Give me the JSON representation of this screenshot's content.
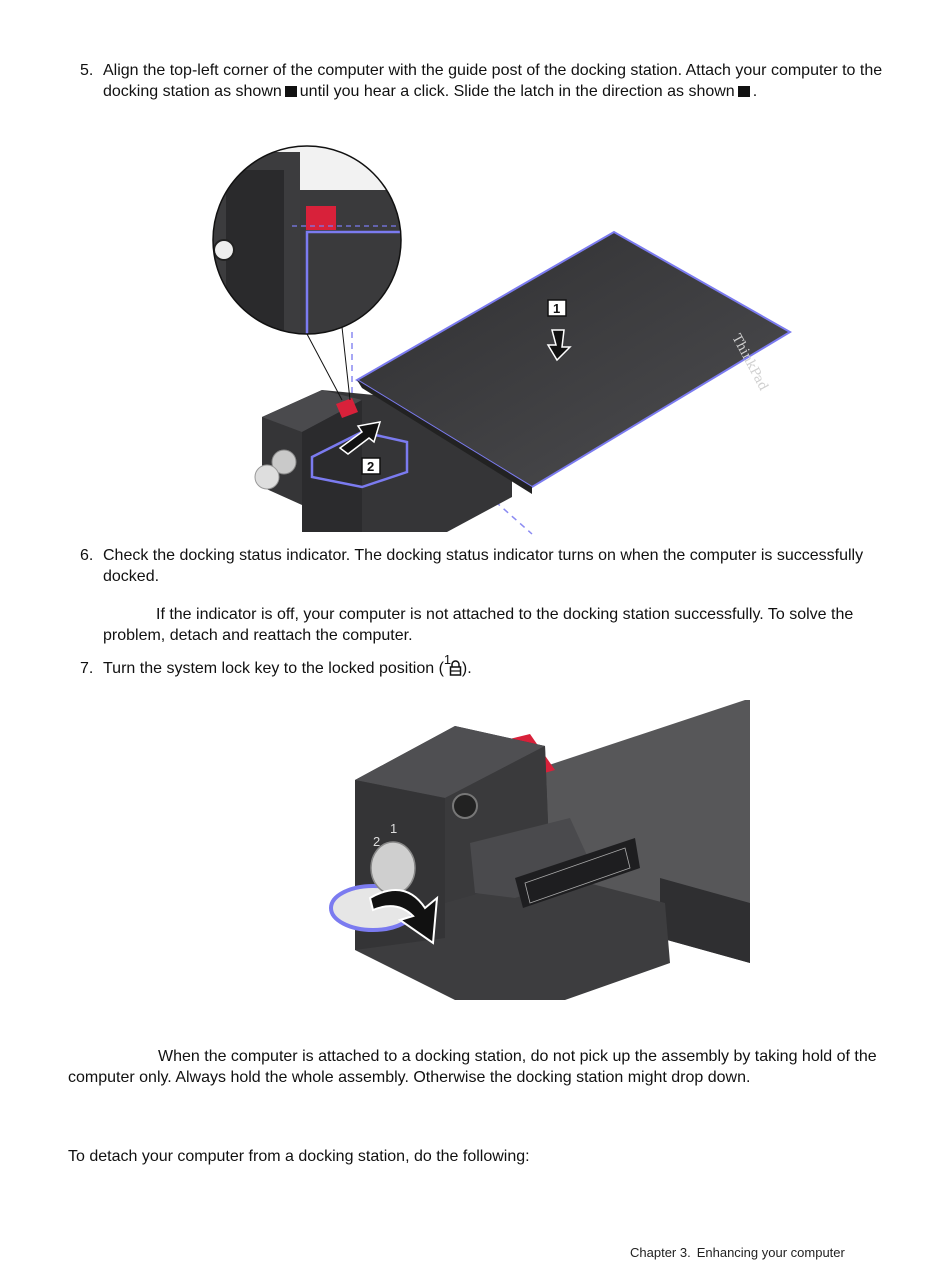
{
  "steps": [
    {
      "number": "5.",
      "text_a": "Align the top-left corner of the computer with the guide post of the docking station. Attach your computer to the docking station as shown",
      "text_b": "until you hear a click. Slide the latch in the direction as shown",
      "text_c": "."
    },
    {
      "number": "6.",
      "text": "Check the docking status indicator. The docking status indicator turns on when the computer is successfully docked."
    },
    {
      "number": "7.",
      "text_a": "Turn the system lock key to the locked position (",
      "lock_superscript": "1",
      "text_b": ")."
    }
  ],
  "note_indicator": "If the indicator is off, your computer is not attached to the docking station successfully. To solve the problem, detach and reattach the computer.",
  "figure1": {
    "callout_1": "1",
    "callout_2": "2",
    "brand": "ThinkPad"
  },
  "figure2": {
    "key_pos_1": "1",
    "key_pos_2": "2"
  },
  "caution_text": "When the computer is attached to a docking station, do not pick up the assembly by taking hold of the computer only. Always hold the whole assembly. Otherwise the docking station might drop down.",
  "detach_intro": "To detach your computer from a docking station, do the following:",
  "footer": {
    "chapter": "Chapter 3.",
    "title": "Enhancing your computer"
  },
  "colors": {
    "highlight_blue": "#7b7bf0",
    "latch_red": "#d8213a",
    "device_dark": "#3b3b3d"
  }
}
